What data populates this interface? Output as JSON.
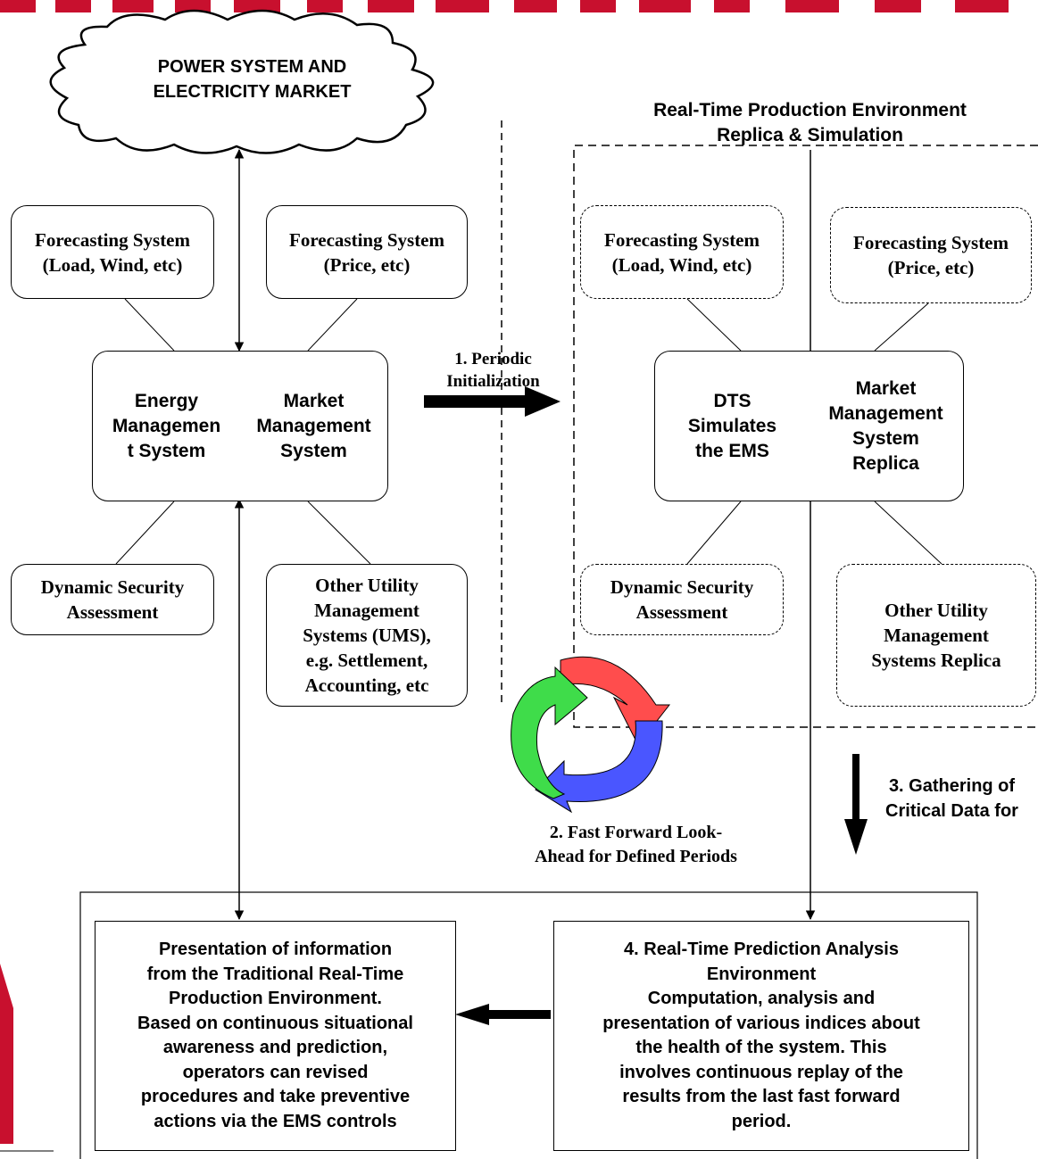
{
  "colors": {
    "top_band": "#c8102e",
    "side_shape": "#c8102e",
    "cycle_red": "#ff4d4d",
    "cycle_blue": "#4a56ff",
    "cycle_green": "#3fdc4a",
    "line": "#000000"
  },
  "cloud": {
    "line1": "POWER SYSTEM AND",
    "line2": "ELECTRICITY MARKET"
  },
  "left": {
    "forecast_load": {
      "line1": "Forecasting System",
      "line2": "(Load, Wind, etc)"
    },
    "forecast_price": {
      "line1": "Forecasting System",
      "line2": "(Price, etc)"
    },
    "ems": {
      "line1": "Energy",
      "line2": "Managemen",
      "line3": "t System"
    },
    "mms": {
      "line1": "Market",
      "line2": "Management",
      "line3": "System"
    },
    "dsa": {
      "line1": "Dynamic Security",
      "line2": "Assessment"
    },
    "ums": {
      "line1": "Other Utility",
      "line2": "Management",
      "line3": "Systems (UMS),",
      "line4": "e.g. Settlement,",
      "line5": "Accounting, etc"
    }
  },
  "right": {
    "title_line1": "Real-Time Production Environment",
    "title_line2": "Replica & Simulation",
    "forecast_load": {
      "line1": "Forecasting System",
      "line2": "(Load, Wind, etc)"
    },
    "forecast_price": {
      "line1": "Forecasting System",
      "line2": "(Price, etc)"
    },
    "dts": {
      "line1": "DTS",
      "line2": "Simulates",
      "line3": "the EMS"
    },
    "mms_replica": {
      "line1": "Market",
      "line2": "Management",
      "line3": "System",
      "line4": "Replica"
    },
    "dsa": {
      "line1": "Dynamic Security",
      "line2": "Assessment"
    },
    "ums_replica": {
      "line1": "Other Utility",
      "line2": "Management",
      "line3": "Systems Replica"
    }
  },
  "steps": {
    "step1_line1": "1. Periodic",
    "step1_line2": "Initialization",
    "step2_line1": "2. Fast Forward Look-",
    "step2_line2": "Ahead for Defined Periods",
    "step3_line1": "3. Gathering of",
    "step3_line2": "Critical Data for"
  },
  "bottom": {
    "presentation": {
      "line1": "Presentation of information",
      "line2": "from the Traditional Real-Time",
      "line3": "Production Environment.",
      "line4": "Based on continuous situational",
      "line5": "awareness and prediction,",
      "line6": "operators can revised",
      "line7": "procedures and take preventive",
      "line8": "actions via the EMS controls"
    },
    "analysis": {
      "line1": "4. Real-Time Prediction Analysis",
      "line2": "Environment",
      "line3": "Computation, analysis and",
      "line4": "presentation of various indices about",
      "line5": "the health of the system. This",
      "line6": "involves continuous replay of the",
      "line7": "results from the last fast forward",
      "line8": "period."
    }
  }
}
